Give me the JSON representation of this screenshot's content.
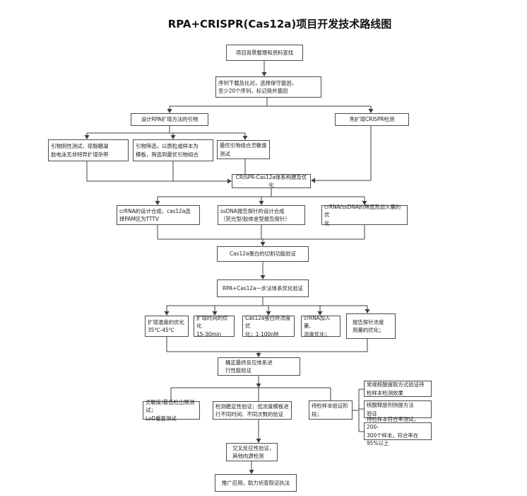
{
  "title": "RPA+CRISPR(Cas12a)项目开发技术路线图",
  "colors": {
    "line": "#3f3f3f",
    "box_border": "#4d4d4d",
    "text": "#1f1f1f",
    "background": "#ffffff"
  },
  "nodes": {
    "project_background": {
      "text": "项目背景整理和资料查找"
    },
    "sequence_alignment": {
      "text": "序列下载及比对，选择保守基因，\n至少20个序列，标记简并基因"
    },
    "primer_design": {
      "text": "设计RPA扩增方法的引物"
    },
    "amp_free_detection": {
      "text": "免扩增CRISPR检测"
    },
    "primer_negative_test": {
      "text": "引物阴性测试，琼脂糖凝\n胶电泳无非特异扩增杂带"
    },
    "primer_screening": {
      "text": "引物筛选，以质粒或样本为\n模板，筛选到最优引物组合"
    },
    "optimal_primer_sensitivity": {
      "text": "最优引物组合灵敏度\n测试"
    },
    "crispr_system_build": {
      "text": "CRISPR-Cas12a体系构建及优化"
    },
    "crrna_design": {
      "text": "crRNA的设计合成，cas12a选\n择PAM区为TTTV"
    },
    "ssdna_probe_design": {
      "text": "ssDNA报告探针的设计合成\n（荧光型/胶体金型报告探针）"
    },
    "crrna_ssdna_screening": {
      "text": "crRNA/ssDNA的筛选及加入量的优\n化"
    },
    "cas12a_cleavage": {
      "text": "Cas12a蛋白的切割功能验证"
    },
    "onestep_system": {
      "text": "RPA+Cas12a一步法体系优化验证"
    },
    "amp_temperature": {
      "text": "扩增温度的优化\n35℃-45℃"
    },
    "amp_time": {
      "text": "扩增时间的优化\n15-30min"
    },
    "cas12a_concentration": {
      "text": "Cas12a蛋白终浓度优\n化；1-100nM"
    },
    "crrna_amount": {
      "text": "crRNA加入量、\n浓度优化；"
    },
    "probe_concentration": {
      "text": "报告探针浓度\n用量的优化；"
    },
    "final_system": {
      "text": "确定最终反应体系进\n行性能验证"
    },
    "sensitivity_lod": {
      "text": "灵敏度/最低检出限测试；\nLoD重复测试"
    },
    "stability_test": {
      "text": "检测稳定性验证；低浓度模板进\n行不同时间、不同次数的验证"
    },
    "sample_validation": {
      "text": "待检样本验证阶\n段；"
    },
    "routine_extraction": {
      "text": "常规核酸提取方式验证待\n检样本检测效果"
    },
    "rapid_release": {
      "text": "核酸释放剂快提方法\n验证"
    },
    "concordance_test": {
      "text": "待检样本符合率测试，200-\n300个样本，符合率在95%以上"
    },
    "cross_reactivity": {
      "text": "交叉反应性验证，\n其他肉源检测"
    },
    "promotion": {
      "text": "推广应用，助力侦查取证执法"
    }
  }
}
